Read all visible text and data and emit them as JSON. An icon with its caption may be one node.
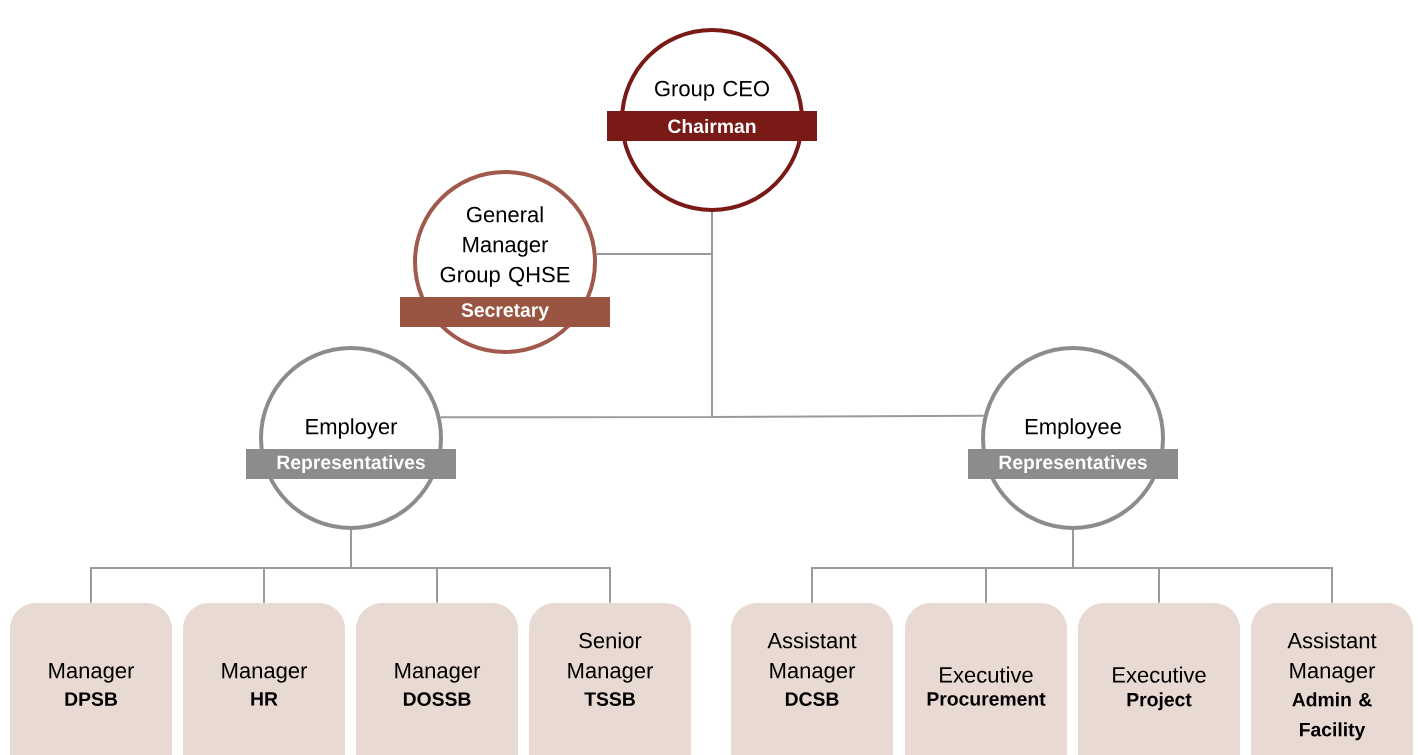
{
  "diagram": {
    "nodes": [
      {
        "text": [
          "Group CEO",
          "Chairman"
        ]
      },
      {
        "text": [
          "General Manager Group QHSE",
          "Secretary"
        ]
      },
      {
        "text": [
          "Employer",
          "Representatives"
        ]
      },
      {
        "text": [
          "Employee",
          "Representatives"
        ]
      },
      {
        "text": [
          "Manager",
          "DPSB"
        ]
      },
      {
        "text": [
          "Manager",
          "HR"
        ]
      },
      {
        "text": [
          "Manager",
          "DOSSB"
        ]
      },
      {
        "text": [
          "Senior Manager",
          "TSSB"
        ]
      },
      {
        "text": [
          "Assistant Manager",
          "DCSB"
        ]
      },
      {
        "text": [
          "Executive",
          "Procurement"
        ]
      },
      {
        "text": [
          "Executive",
          "Project"
        ]
      },
      {
        "text": [
          "Assistant Manager",
          "Admin & Facility"
        ]
      }
    ],
    "edges": [
      {
        "from": 0,
        "to": 1,
        "arrow": "none"
      },
      {
        "from": 0,
        "to": 2,
        "arrow": "none"
      },
      {
        "from": 0,
        "to": 3,
        "arrow": "none"
      },
      {
        "from": 2,
        "to": 4,
        "arrow": "none"
      },
      {
        "from": 2,
        "to": 5,
        "arrow": "none"
      },
      {
        "from": 2,
        "to": 6,
        "arrow": "none"
      },
      {
        "from": 2,
        "to": 7,
        "arrow": "none"
      },
      {
        "from": 3,
        "to": 8,
        "arrow": "none"
      },
      {
        "from": 3,
        "to": 9,
        "arrow": "none"
      },
      {
        "from": 3,
        "to": 10,
        "arrow": "none"
      },
      {
        "from": 3,
        "to": 11,
        "arrow": "none"
      }
    ]
  }
}
